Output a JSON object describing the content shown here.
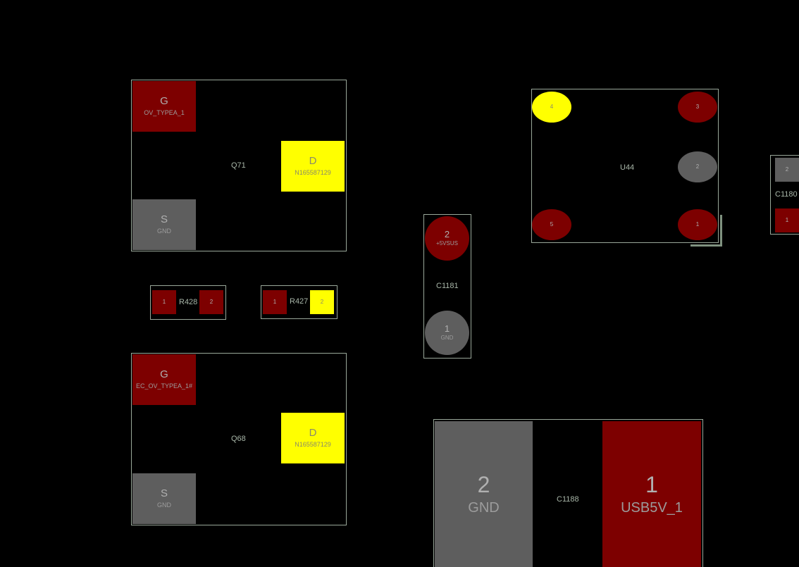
{
  "components": {
    "q71": {
      "ref": "Q71",
      "pins": [
        {
          "num": "G",
          "net": "OV_TYPEA_1"
        },
        {
          "num": "D",
          "net": "N165587129"
        },
        {
          "num": "S",
          "net": "GND"
        }
      ]
    },
    "q68": {
      "ref": "Q68",
      "pins": [
        {
          "num": "G",
          "net": "EC_OV_TYPEA_1#"
        },
        {
          "num": "D",
          "net": "N165587129"
        },
        {
          "num": "S",
          "net": "GND"
        }
      ]
    },
    "r428": {
      "ref": "R428",
      "pins": [
        {
          "num": "1"
        },
        {
          "num": "2"
        }
      ]
    },
    "r427": {
      "ref": "R427",
      "pins": [
        {
          "num": "1"
        },
        {
          "num": "2"
        }
      ]
    },
    "c1181": {
      "ref": "C1181",
      "pins": [
        {
          "num": "2",
          "net": "+5VSUS"
        },
        {
          "num": "1",
          "net": "GND"
        }
      ]
    },
    "u44": {
      "ref": "U44",
      "pins": [
        {
          "num": "4"
        },
        {
          "num": "3"
        },
        {
          "num": "2"
        },
        {
          "num": "5"
        },
        {
          "num": "1"
        }
      ]
    },
    "c1180": {
      "ref": "C1180",
      "pins": [
        {
          "num": "2"
        },
        {
          "num": "1"
        }
      ]
    },
    "c1188": {
      "ref": "C1188",
      "pins": [
        {
          "num": "2",
          "net": "GND"
        },
        {
          "num": "1",
          "net": "USB5V_1"
        }
      ]
    }
  },
  "colors": {
    "background": "#000000",
    "signal_pad": "#7d0000",
    "ground_pad": "#5e5e5e",
    "highlight_pad": "#ffff00",
    "outline": "#9aa89a"
  }
}
